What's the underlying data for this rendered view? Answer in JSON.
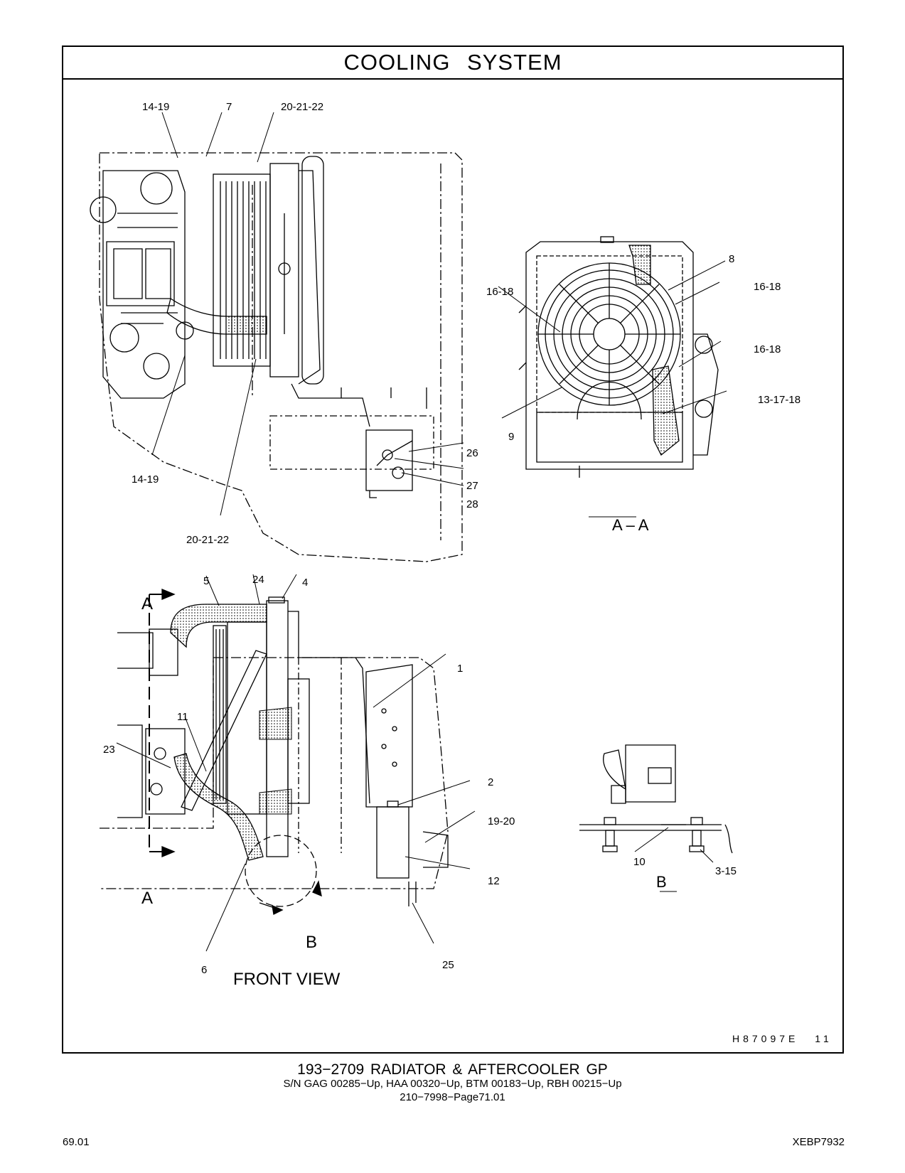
{
  "header": {
    "title": "COOLING   SYSTEM"
  },
  "callouts": {
    "c14_19_top": "14-19",
    "c7": "7",
    "c20_21_22_top": "20-21-22",
    "c14_19_bottom": "14-19",
    "c20_21_22_bottom": "20-21-22",
    "c26": "26",
    "c27": "27",
    "c28": "28",
    "c8": "8",
    "c16_18_left": "16-18",
    "c16_18_right_top": "16-18",
    "c16_18_right_mid": "16-18",
    "c13_17_18": "13-17-18",
    "c9": "9",
    "c5": "5",
    "c24": "24",
    "c4": "4",
    "c1": "1",
    "c11": "11",
    "c23": "23",
    "c2": "2",
    "c19_20": "19-20",
    "c12": "12",
    "c6": "6",
    "c25": "25",
    "c10": "10",
    "c3_15": "3-15"
  },
  "views": {
    "section_aa": "A – A",
    "section_b": "B",
    "front_view": "FRONT VIEW",
    "arrow_a_top": "A",
    "arrow_a_bottom": "A",
    "arrow_b": "B"
  },
  "illustration_code": "H87097E",
  "illustration_number": "11",
  "footer": {
    "part_title": "193−2709   RADIATOR  &  AFTERCOOLER  GP",
    "serials": "S/N GAG 00285−Up, HAA 00320−Up, BTM 00183−Up, RBH 00215−Up",
    "page_ref": "210−7998−Page71.01",
    "page_left": "69.01",
    "doc_id": "XEBP7932"
  }
}
